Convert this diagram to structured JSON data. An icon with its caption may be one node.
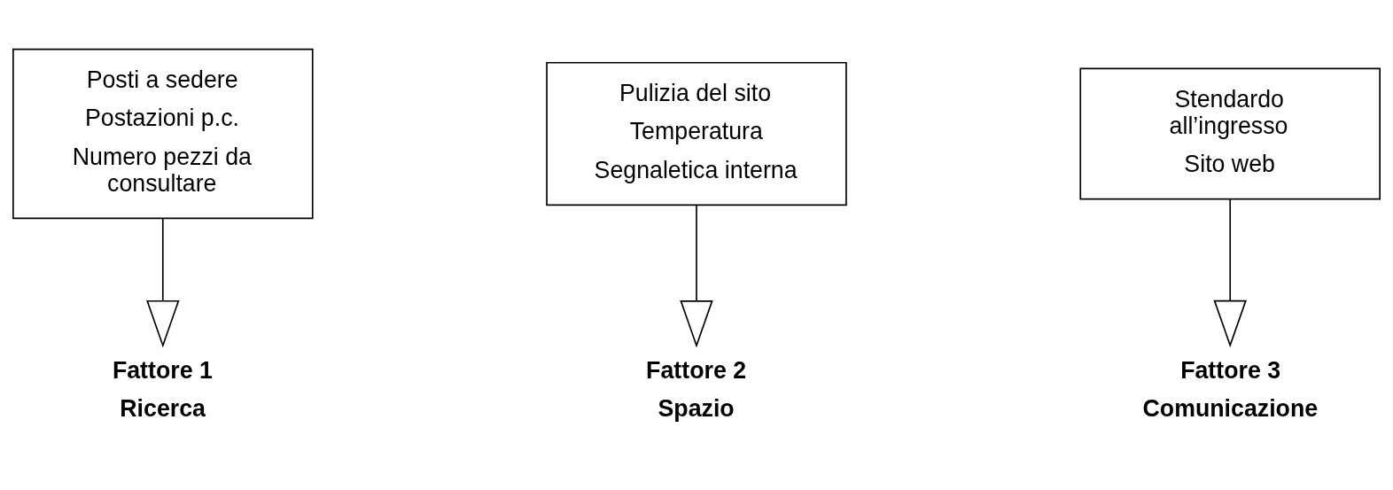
{
  "diagram": {
    "nodes": [
      {
        "text": [
          "Posti a sedere",
          "Postazioni p.c.",
          "Numero pezzi da consultare"
        ]
      },
      {
        "text": [
          "Pulizia del sito",
          "Temperatura",
          "Segnaletica interna"
        ]
      },
      {
        "text": [
          "Stendardo all’ingresso",
          "Sito web"
        ]
      },
      {
        "text": [
          "Fattore 1",
          "Ricerca"
        ]
      },
      {
        "text": [
          "Fattore 2",
          "Spazio"
        ]
      },
      {
        "text": [
          "Fattore 3",
          "Comunicazione"
        ]
      }
    ],
    "edges": [
      {
        "from": 0,
        "to": 3,
        "arrow": "to"
      },
      {
        "from": 1,
        "to": 4,
        "arrow": "to"
      },
      {
        "from": 2,
        "to": 5,
        "arrow": "to"
      }
    ]
  }
}
